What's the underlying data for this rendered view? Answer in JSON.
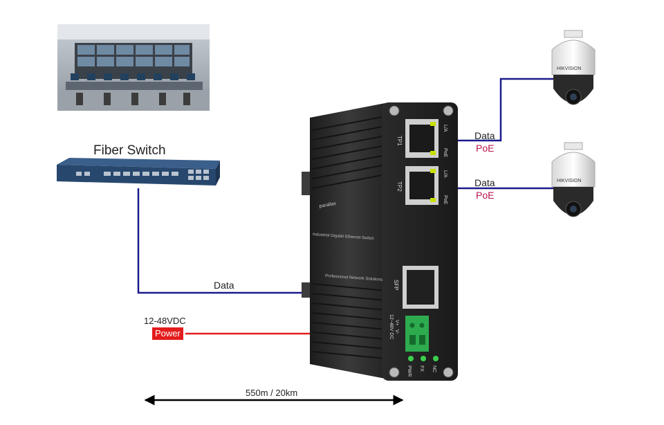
{
  "diagram": {
    "fiber_switch_label": "Fiber Switch",
    "data_label_main": "Data",
    "data_label_tp1": "Data",
    "poe_label_tp1": "PoE",
    "data_label_tp2": "Data",
    "poe_label_tp2": "PoE",
    "voltage_label": "12-48VDC",
    "power_label": "Power",
    "distance_label": "550m / 20km",
    "colors": {
      "data_line": "#1a1a8c",
      "power_line": "#e31c1c",
      "poe_text": "#b8154a",
      "device_body": "#2b2b2b"
    }
  },
  "device": {
    "brand": "parallax",
    "product_text": "Industrial Gigabit Ethernet Switch",
    "slogan": "Professional Network Solutions",
    "port_tp1": "TP1",
    "port_tp2": "TP2",
    "port_sfp": "SFP",
    "led_la": "L/A",
    "led_poe": "PoE",
    "power_v_plus": "V+",
    "power_v_minus": "V-",
    "power_spec": "12~48V DC",
    "led_pwr": "PWR",
    "led_fx": "FX",
    "led_nc": "NC"
  },
  "cameras": [
    {
      "brand": "HIKVISION"
    },
    {
      "brand": "HIKVISION"
    }
  ]
}
